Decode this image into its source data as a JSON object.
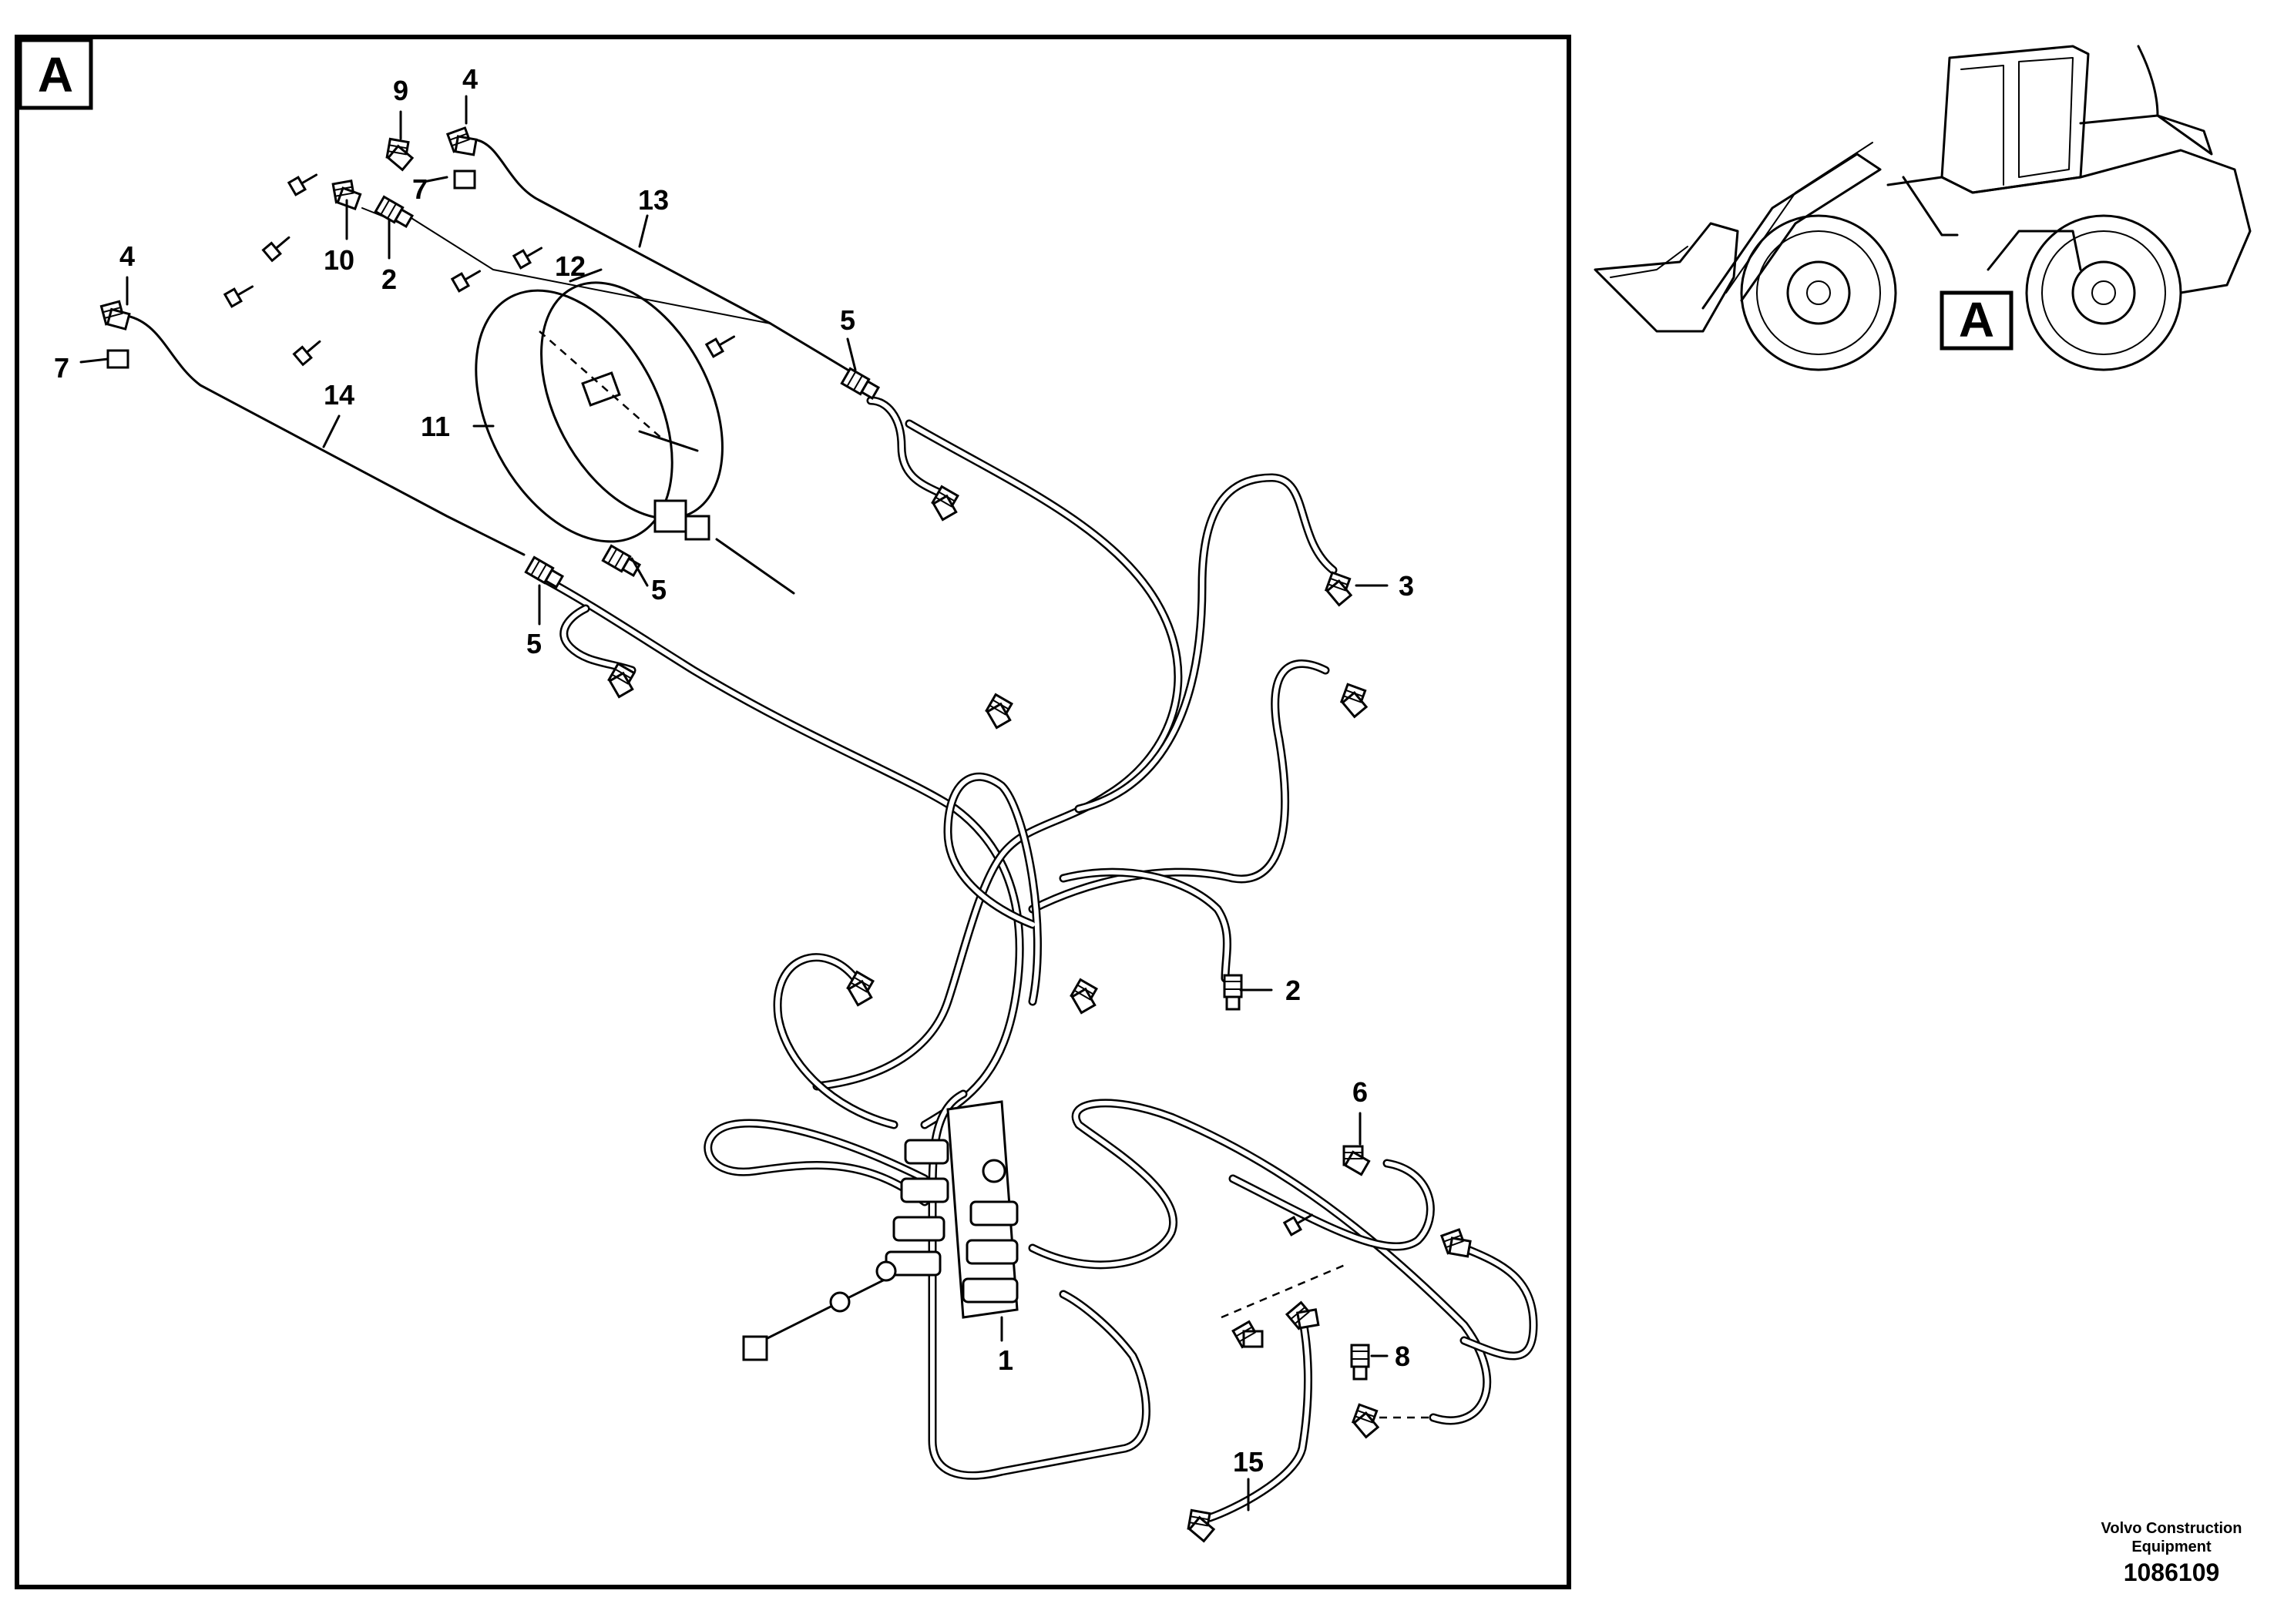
{
  "view": {
    "label": "A"
  },
  "callouts": {
    "c1": "1",
    "c2a": "2",
    "c2b": "2",
    "c3": "3",
    "c4a": "4",
    "c4b": "4",
    "c5a": "5",
    "c5b": "5",
    "c5c": "5",
    "c6": "6",
    "c7a": "7",
    "c7b": "7",
    "c8": "8",
    "c9": "9",
    "c10": "10",
    "c11": "11",
    "c12": "12",
    "c13": "13",
    "c14": "14",
    "c15": "15"
  },
  "locator": {
    "label": "A"
  },
  "publisher": {
    "line1": "Volvo Construction",
    "line2": "Equipment",
    "number": "1086109"
  }
}
